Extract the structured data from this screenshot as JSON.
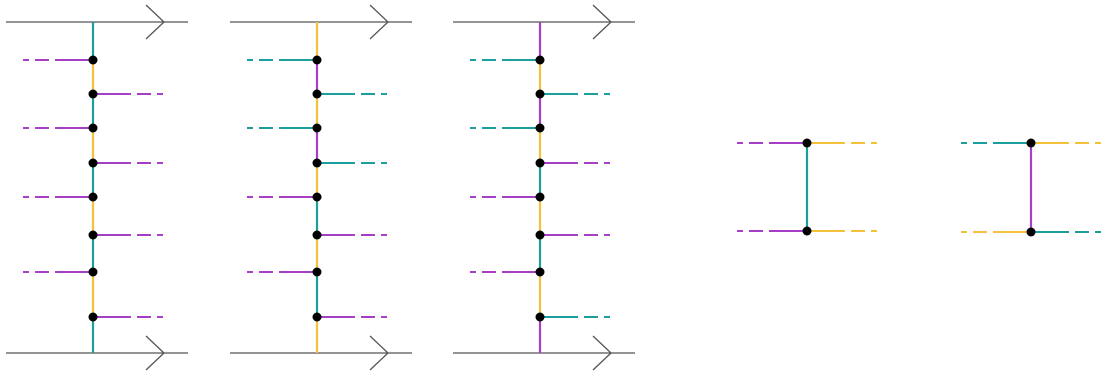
{
  "colors": {
    "teal": "#1a9e9e",
    "purple": "#a63fc6",
    "yellow": "#f6c13a",
    "arrow": "#555555",
    "node": "#000000"
  },
  "panels": [
    {
      "name": "panel-1",
      "segments": [
        "teal",
        "yellow",
        "teal",
        "yellow",
        "teal",
        "yellow",
        "teal",
        "yellow",
        "teal"
      ],
      "legs": [
        {
          "side": "left",
          "color": "purple"
        },
        {
          "side": "right",
          "color": "purple"
        },
        {
          "side": "left",
          "color": "purple"
        },
        {
          "side": "right",
          "color": "purple"
        },
        {
          "side": "left",
          "color": "purple"
        },
        {
          "side": "right",
          "color": "purple"
        },
        {
          "side": "left",
          "color": "purple"
        },
        {
          "side": "right",
          "color": "purple"
        }
      ]
    },
    {
      "name": "panel-2",
      "segments": [
        "yellow",
        "purple",
        "yellow",
        "purple",
        "yellow",
        "teal",
        "yellow",
        "teal",
        "yellow"
      ],
      "legs": [
        {
          "side": "left",
          "color": "teal"
        },
        {
          "side": "right",
          "color": "teal"
        },
        {
          "side": "left",
          "color": "teal"
        },
        {
          "side": "right",
          "color": "teal"
        },
        {
          "side": "left",
          "color": "purple"
        },
        {
          "side": "right",
          "color": "purple"
        },
        {
          "side": "left",
          "color": "purple"
        },
        {
          "side": "right",
          "color": "purple"
        }
      ]
    },
    {
      "name": "panel-3",
      "segments": [
        "purple",
        "yellow",
        "purple",
        "yellow",
        "teal",
        "yellow",
        "teal",
        "yellow",
        "purple"
      ],
      "legs": [
        {
          "side": "left",
          "color": "teal"
        },
        {
          "side": "right",
          "color": "teal"
        },
        {
          "side": "left",
          "color": "teal"
        },
        {
          "side": "right",
          "color": "purple"
        },
        {
          "side": "left",
          "color": "purple"
        },
        {
          "side": "right",
          "color": "purple"
        },
        {
          "side": "left",
          "color": "purple"
        },
        {
          "side": "right",
          "color": "teal"
        }
      ]
    }
  ],
  "vertex_diagrams": [
    {
      "name": "vertex-diagram-1",
      "vertical": "teal",
      "top_left": "purple",
      "top_right": "yellow",
      "bottom_left": "purple",
      "bottom_right": "yellow"
    },
    {
      "name": "vertex-diagram-2",
      "vertical": "purple",
      "top_left": "teal",
      "top_right": "yellow",
      "bottom_left": "yellow",
      "bottom_right": "teal"
    }
  ]
}
